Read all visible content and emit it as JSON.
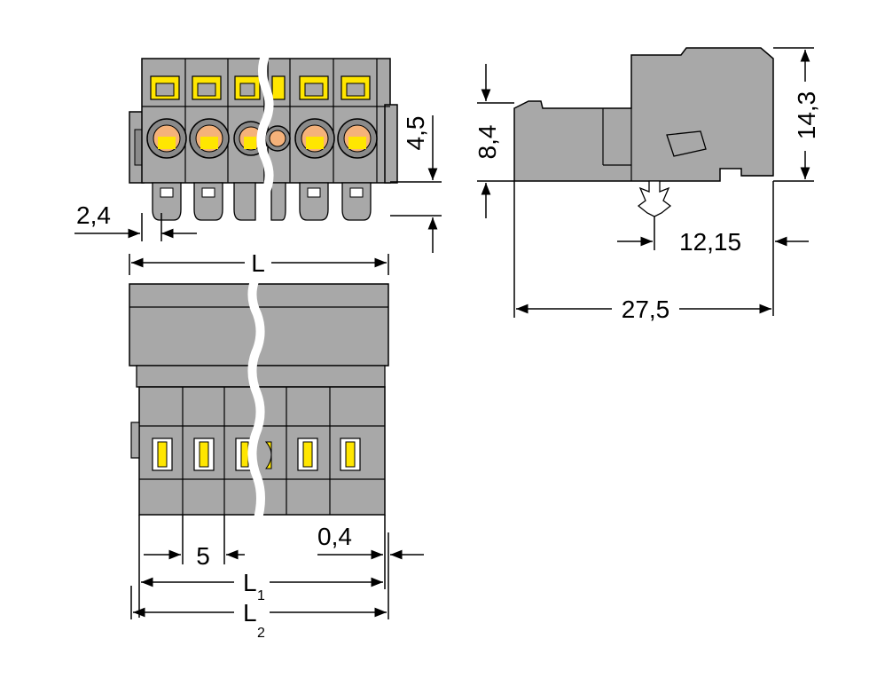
{
  "drawing": {
    "dimensions": {
      "pitch_2_4": "2,4",
      "height_4_5": "4,5",
      "height_8_4": "8,4",
      "height_14_3": "14,3",
      "depth_12_15": "12,15",
      "depth_27_5": "27,5",
      "length_L": "L",
      "pitch_5": "5",
      "offset_0_4": "0,4",
      "length_L1_main": "L",
      "length_L1_sub": "1",
      "length_L2_main": "L",
      "length_L2_sub": "2"
    },
    "colors": {
      "housing": "#a8a8a8",
      "housing_dark": "#8a8a8a",
      "line": "#000000",
      "actuator_yellow": "#ffe600",
      "contact_orange": "#f5b27a"
    }
  }
}
